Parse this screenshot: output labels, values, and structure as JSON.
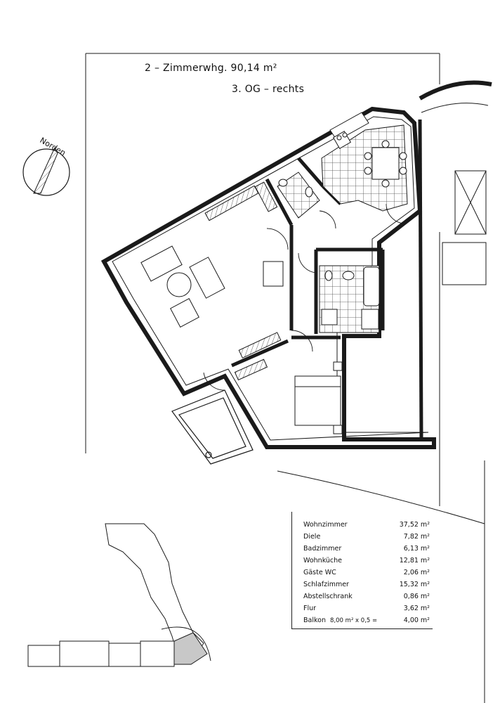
{
  "header": {
    "unit_title": "2 – Zimmerwhg. 90,14 m²",
    "floor_title": "3. OG – rechts"
  },
  "north_arrow": {
    "label": "Norden",
    "icon": "north-arrow-icon"
  },
  "areas": [
    {
      "room": "Wohnzimmer",
      "value": "37,52 m²"
    },
    {
      "room": "Diele",
      "value": "7,82 m²"
    },
    {
      "room": "Badzimmer",
      "value": "6,13 m²"
    },
    {
      "room": "Wohnküche",
      "value": "12,81 m²"
    },
    {
      "room": "Gäste WC",
      "value": "2,06 m²"
    },
    {
      "room": "Schlafzimmer",
      "value": "15,32 m²"
    },
    {
      "room": "Abstellschrank",
      "value": "0,86 m²"
    },
    {
      "room": "Flur",
      "value": "3,62 m²"
    }
  ],
  "balcony": {
    "room": "Balkon",
    "calc": "8,00 m² x 0,5 =",
    "value": "4,00 m²"
  },
  "colors": {
    "line": "#1a1a1a",
    "highlight": "#c8c8c8",
    "tile": "#444444"
  }
}
